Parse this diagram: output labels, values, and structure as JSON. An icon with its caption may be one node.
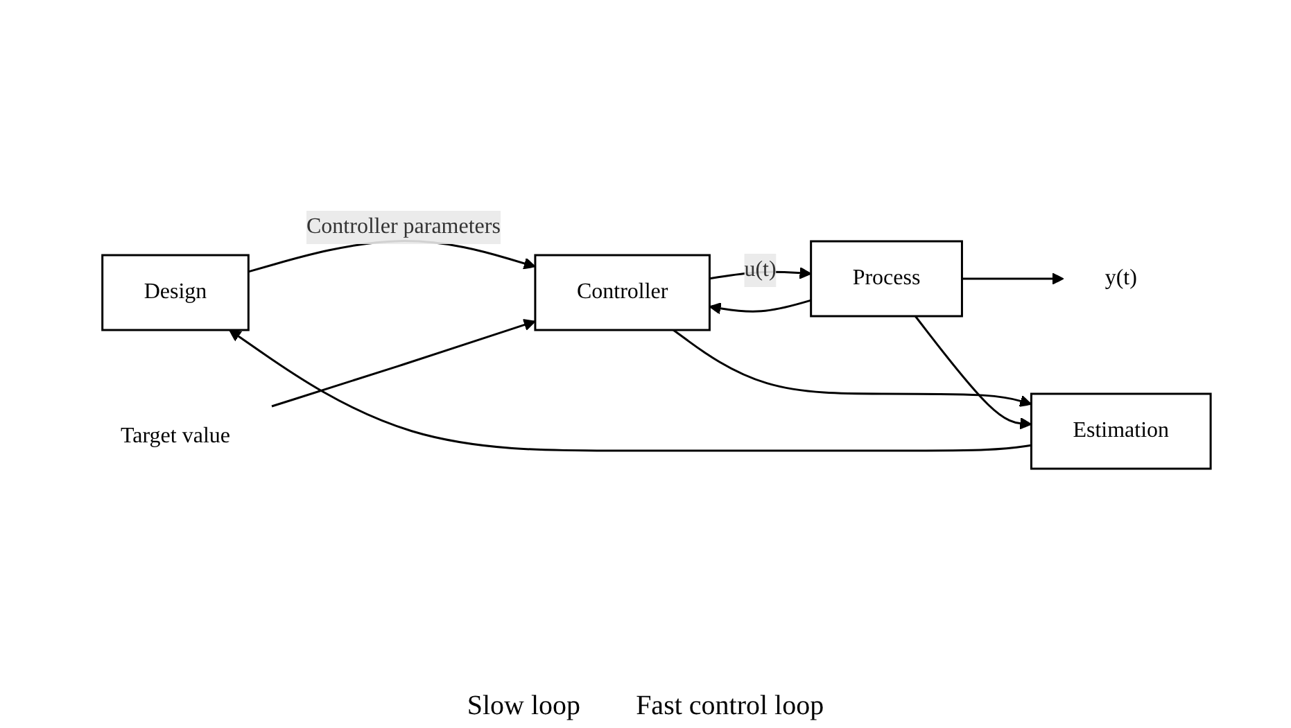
{
  "diagram": {
    "nodes": [
      {
        "text": [
          "Design"
        ]
      },
      {
        "text": [
          "Estimation"
        ]
      },
      {
        "text": [
          "Controller"
        ]
      },
      {
        "text": [
          "Process"
        ]
      },
      {
        "text": [
          "Target value"
        ]
      },
      {
        "text": [
          "y(t)"
        ]
      }
    ],
    "edges": [
      {
        "from": 1,
        "to": 0,
        "arrow": "to"
      },
      {
        "from": 0,
        "to": 2,
        "arrow": "to",
        "label": "Controller parameters"
      },
      {
        "from": 4,
        "to": 2,
        "arrow": "to"
      },
      {
        "from": 2,
        "to": 3,
        "arrow": "to",
        "label": "u(t)"
      },
      {
        "from": 2,
        "to": 1,
        "arrow": "to"
      },
      {
        "from": 3,
        "to": 5,
        "arrow": "to"
      },
      {
        "from": 3,
        "to": 1,
        "arrow": "to"
      },
      {
        "from": 3,
        "to": 2,
        "arrow": "to"
      }
    ],
    "labels": [
      "Slow loop",
      "Fast control loop"
    ]
  }
}
